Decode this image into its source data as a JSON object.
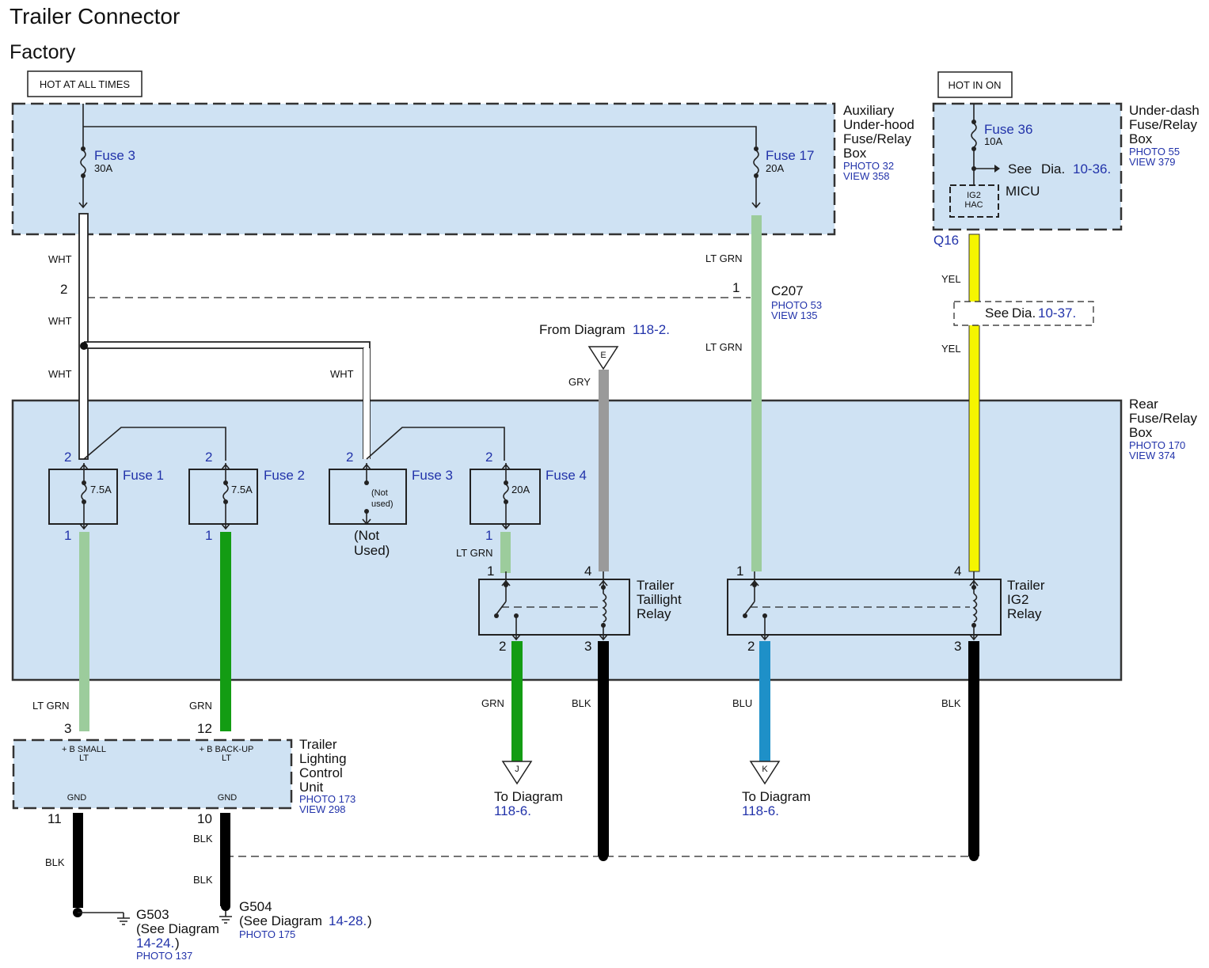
{
  "title": "Trailer Connector",
  "subtitle": "Factory",
  "power_labels": {
    "hot_at_all_times": "HOT AT ALL TIMES",
    "hot_in_on": "HOT IN ON"
  },
  "aux_box": {
    "name_lines": [
      "Auxiliary",
      "Under-hood",
      "Fuse/Relay",
      "Box"
    ],
    "photo": "PHOTO 32",
    "view": "VIEW 358"
  },
  "underdash_box": {
    "name_lines": [
      "Under-dash",
      "Fuse/Relay",
      "Box"
    ],
    "photo": "PHOTO 55",
    "view": "VIEW 379"
  },
  "rear_box": {
    "name_lines": [
      "Rear",
      "Fuse/Relay",
      "Box"
    ],
    "photo": "PHOTO 170",
    "view": "VIEW 374"
  },
  "fuses": {
    "aux_fuse3": {
      "name": "Fuse 3",
      "rating": "30A"
    },
    "aux_fuse17": {
      "name": "Fuse 17",
      "rating": "20A"
    },
    "ud_fuse36": {
      "name": "Fuse 36",
      "rating": "10A"
    },
    "rear_fuse1": {
      "name": "Fuse 1",
      "rating": "7.5A",
      "pin_top": "2",
      "pin_bottom": "1"
    },
    "rear_fuse2": {
      "name": "Fuse 2",
      "rating": "7.5A",
      "pin_top": "2",
      "pin_bottom": "1"
    },
    "rear_fuse3": {
      "name": "Fuse 3",
      "rating_lines": [
        "(Not",
        "used)"
      ],
      "pin_top": "2",
      "note_lines": [
        "(Not",
        "Used)"
      ]
    },
    "rear_fuse4": {
      "name": "Fuse 4",
      "rating": "20A",
      "pin_top": "2",
      "pin_bottom": "1"
    }
  },
  "micu": {
    "name": "MICU",
    "inner_lines": [
      "IG2",
      "HAC"
    ],
    "pin": "Q16"
  },
  "see_dia_1036": {
    "prefix": "See",
    "dia": "Dia.",
    "ref": "10-36."
  },
  "see_dia_1037": {
    "prefix": "See",
    "dia": "Dia.",
    "ref": "10-37."
  },
  "c207": {
    "pin_left": "2",
    "pin_right": "1",
    "name": "C207",
    "photo": "PHOTO 53",
    "view": "VIEW 135"
  },
  "from_diagram": {
    "prefix": "From Diagram",
    "ref": "118-2.",
    "tag": "E"
  },
  "relays": {
    "taillight": {
      "name_lines": [
        "Trailer",
        "Taillight",
        "Relay"
      ],
      "pins": [
        "1",
        "4",
        "2",
        "3"
      ]
    },
    "ig2": {
      "name_lines": [
        "Trailer",
        "IG2",
        "Relay"
      ],
      "pins": [
        "1",
        "4",
        "2",
        "3"
      ]
    }
  },
  "wire_colors": {
    "wht_1": "WHT",
    "wht_2": "WHT",
    "wht_3": "WHT",
    "wht_4": "WHT",
    "ltgrn_1": "LT GRN",
    "ltgrn_2": "LT GRN",
    "ltgrn_3": "LT GRN",
    "ltgrn_4": "LT GRN",
    "yel_1": "YEL",
    "yel_2": "YEL",
    "gry": "GRY",
    "grn_1": "GRN",
    "grn_2": "GRN",
    "blu": "BLU",
    "blk_1": "BLK",
    "blk_2": "BLK",
    "blk_3": "BLK",
    "blk_4": "BLK",
    "blk_5": "BLK"
  },
  "tlcu": {
    "name_lines": [
      "Trailer",
      "Lighting",
      "Control",
      "Unit"
    ],
    "photo": "PHOTO 173",
    "view": "VIEW 298",
    "pin3": "3",
    "pin12": "12",
    "pin11": "11",
    "pin10": "10",
    "term_small": [
      "+ B SMALL",
      "LT"
    ],
    "term_backup": [
      "+ B BACK-UP",
      "LT"
    ],
    "gnd1": "GND",
    "gnd2": "GND"
  },
  "to_diagram_j": {
    "prefix": "To Diagram",
    "ref": "118-6.",
    "tag": "J"
  },
  "to_diagram_k": {
    "prefix": "To Diagram",
    "ref": "118-6.",
    "tag": "K"
  },
  "g503": {
    "name": "G503",
    "see_prefix": "(See Diagram",
    "ref": "14-24.",
    "close": ")",
    "photo": "PHOTO 137"
  },
  "g504": {
    "name": "G504",
    "see_prefix": "(See Diagram",
    "ref": "14-28.",
    "close": ")",
    "photo": "PHOTO 175"
  },
  "colors": {
    "box_fill": "#cfe2f3",
    "ref_blue": "#2233aa",
    "wire_wht": "#ffffff",
    "wire_ltgrn": "#9ccc9c",
    "wire_grn": "#139c13",
    "wire_yel": "#f5f500",
    "wire_gry": "#9a9a9a",
    "wire_blu": "#1e90c8",
    "wire_blk": "#000000"
  }
}
